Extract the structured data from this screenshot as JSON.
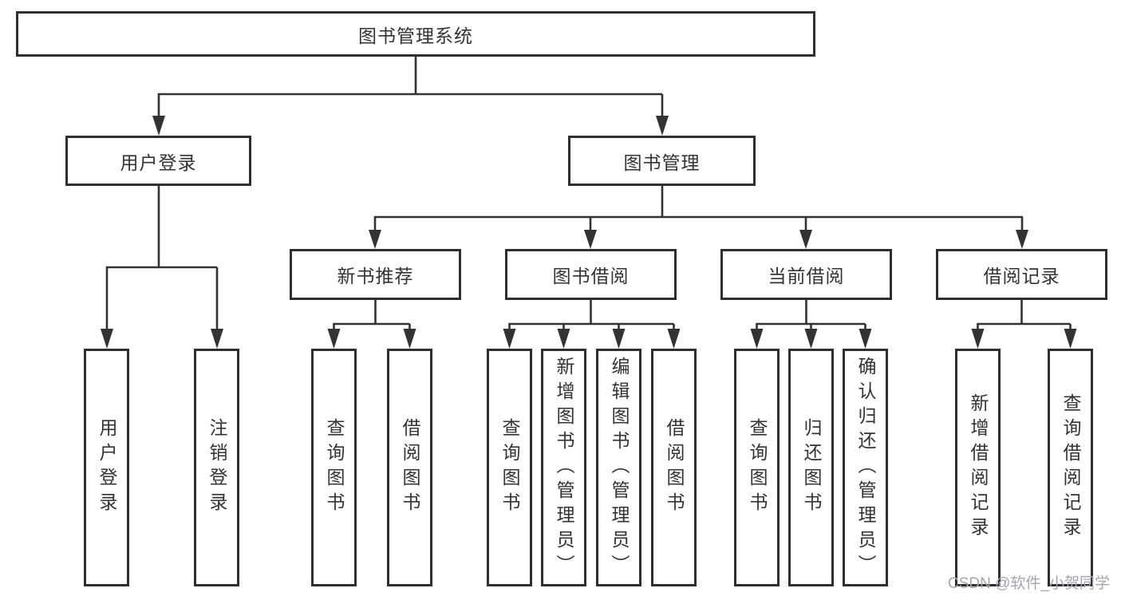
{
  "tree": {
    "label": "图书管理系统",
    "children": [
      {
        "label": "用户登录",
        "children": [
          {
            "label": "用户登录"
          },
          {
            "label": "注销登录"
          }
        ]
      },
      {
        "label": "图书管理",
        "children": [
          {
            "label": "新书推荐",
            "children": [
              {
                "label": "查询图书"
              },
              {
                "label": "借阅图书"
              }
            ]
          },
          {
            "label": "图书借阅",
            "children": [
              {
                "label": "查询图书"
              },
              {
                "label": "新增图书（管理员）"
              },
              {
                "label": "编辑图书（管理员）"
              },
              {
                "label": "借阅图书"
              }
            ]
          },
          {
            "label": "当前借阅",
            "children": [
              {
                "label": "查询图书"
              },
              {
                "label": "归还图书"
              },
              {
                "label": "确认归还（管理员）"
              }
            ]
          },
          {
            "label": "借阅记录",
            "children": [
              {
                "label": "新增借阅记录"
              },
              {
                "label": "查询借阅记录"
              }
            ]
          }
        ]
      }
    ]
  },
  "watermark": {
    "text": "CSDN @软件_小贺同学"
  },
  "colors": {
    "line": "#333333",
    "box_border": "#2f2f2f",
    "box_fill": "#ffffff",
    "text": "#333333",
    "watermark": "#a5a5af",
    "background": "#ffffff"
  }
}
